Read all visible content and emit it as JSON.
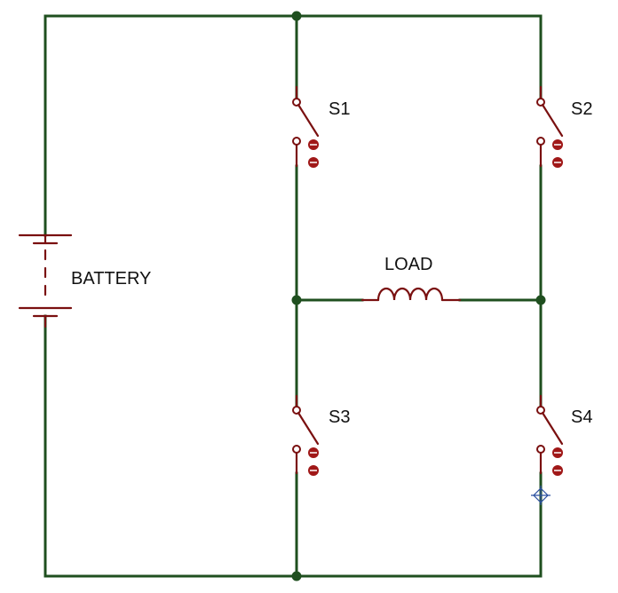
{
  "diagram": {
    "battery_label": "BATTERY",
    "load_label": "LOAD",
    "switches": [
      {
        "id": "s1",
        "label": "S1"
      },
      {
        "id": "s2",
        "label": "S2"
      },
      {
        "id": "s3",
        "label": "S3"
      },
      {
        "id": "s4",
        "label": "S4"
      }
    ],
    "colors": {
      "wire": "#1f4f1f",
      "component": "#7a1010",
      "text": "#111111",
      "marker": "#2a4fa0"
    },
    "icons": {
      "battery": "battery-symbol-icon",
      "load": "inductor-coil-icon",
      "switch": "spst-switch-icon",
      "cursor": "crosshair-probe-icon"
    }
  }
}
